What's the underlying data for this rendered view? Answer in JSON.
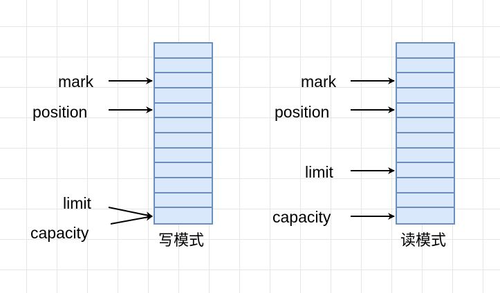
{
  "write_mode": {
    "caption": "写模式",
    "labels": {
      "mark": "mark",
      "position": "position",
      "limit": "limit",
      "capacity": "capacity"
    },
    "cell_count": 12
  },
  "read_mode": {
    "caption": "读模式",
    "labels": {
      "mark": "mark",
      "position": "position",
      "limit": "limit",
      "capacity": "capacity"
    },
    "cell_count": 12
  },
  "colors": {
    "cell_fill": "#dae8fc",
    "cell_stroke": "#6c8ebf",
    "arrow": "#000000",
    "grid": "#e6e6e6"
  }
}
